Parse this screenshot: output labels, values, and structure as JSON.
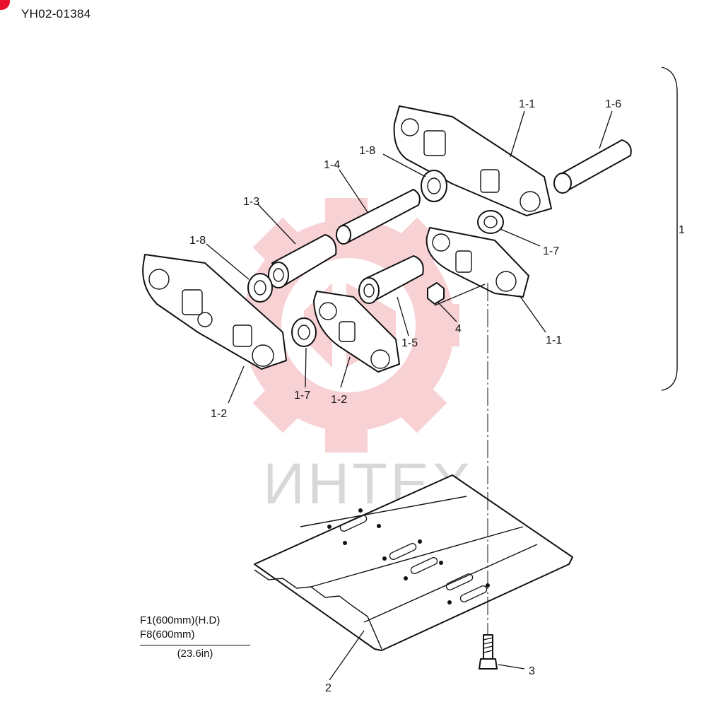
{
  "document": {
    "code": "YH02-01384",
    "watermark": "ИНТЕХ",
    "colors": {
      "watermark_logo": "#f7c9cd",
      "watermark_text": "#d8d8d8",
      "brand_dot": "#e8102a"
    }
  },
  "callouts": {
    "assembly": "1",
    "link_right_a": "1-1",
    "link_right_b": "1-1",
    "link_left_a": "1-2",
    "link_left_b": "1-2",
    "bushing_left": "1-3",
    "pin_long": "1-4",
    "bushing_mid": "1-5",
    "pin_master": "1-6",
    "seal_a": "1-7",
    "seal_b": "1-7",
    "spacer_a": "1-8",
    "spacer_b": "1-8",
    "shoe": "2",
    "bolt": "3",
    "nut": "4"
  },
  "spec": {
    "line1": "F1(600mm)(H.D)",
    "line2": "F8(600mm)",
    "line3": "(23.6in)"
  }
}
